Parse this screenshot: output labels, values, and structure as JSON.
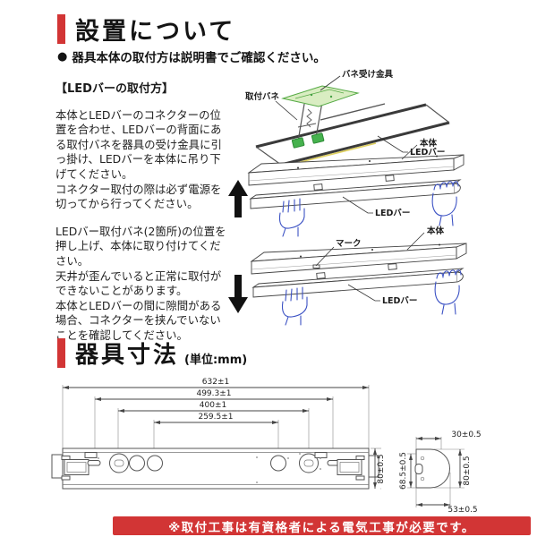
{
  "colors": {
    "accent_red": "#d23535",
    "diagram_green_fill": "#d9edc2",
    "diagram_green_stroke": "#55aa44",
    "clip_green": "#46b24e",
    "hand_blue": "#3c52c4",
    "highlight_yellow": "#dfd05e",
    "line_dark": "#444444"
  },
  "install": {
    "title": "設置について",
    "bullet": "●",
    "bullet_note": "器具本体の取付方は説明書でご確認ください。",
    "box_heading": "【LEDバーの取付方】",
    "block1": [
      "本体とLEDバーのコネクターの位置を合わせ、LEDバーの背面にある取付バネを器具の受け金具に引っ掛け、LEDバーを本体に吊り下げてください。",
      "コネクター取付の際は必ず電源を切ってから行ってください。"
    ],
    "block2": [
      "LEDバー取付バネ(2箇所)の位置を押し上げ、本体に取り付けてください。",
      "天井が歪んでいると正常に取付ができないことがあります。",
      "本体とLEDバーの間に隙間がある場合、コネクターを挟んでいないことを確認してください。"
    ],
    "labels": {
      "spring_bracket": "バネ受け金具",
      "mount_spring": "取付バネ",
      "led_bar": "LEDバー",
      "body": "本体",
      "mark": "マーク"
    }
  },
  "dims": {
    "title": "器具寸法",
    "unit": "(単位:mm)",
    "front": {
      "total_width": "632±1",
      "width_2": "499.3±1",
      "width_3": "400±1",
      "width_4": "259.5±1",
      "height": "80±0.5"
    },
    "side": {
      "top": "30±0.5",
      "left": "68.5±0.5",
      "right": "80±0.5",
      "bottom": "53±0.5"
    }
  },
  "footer": {
    "warning": "※取付工事は有資格者による電気工事が必要です。"
  }
}
